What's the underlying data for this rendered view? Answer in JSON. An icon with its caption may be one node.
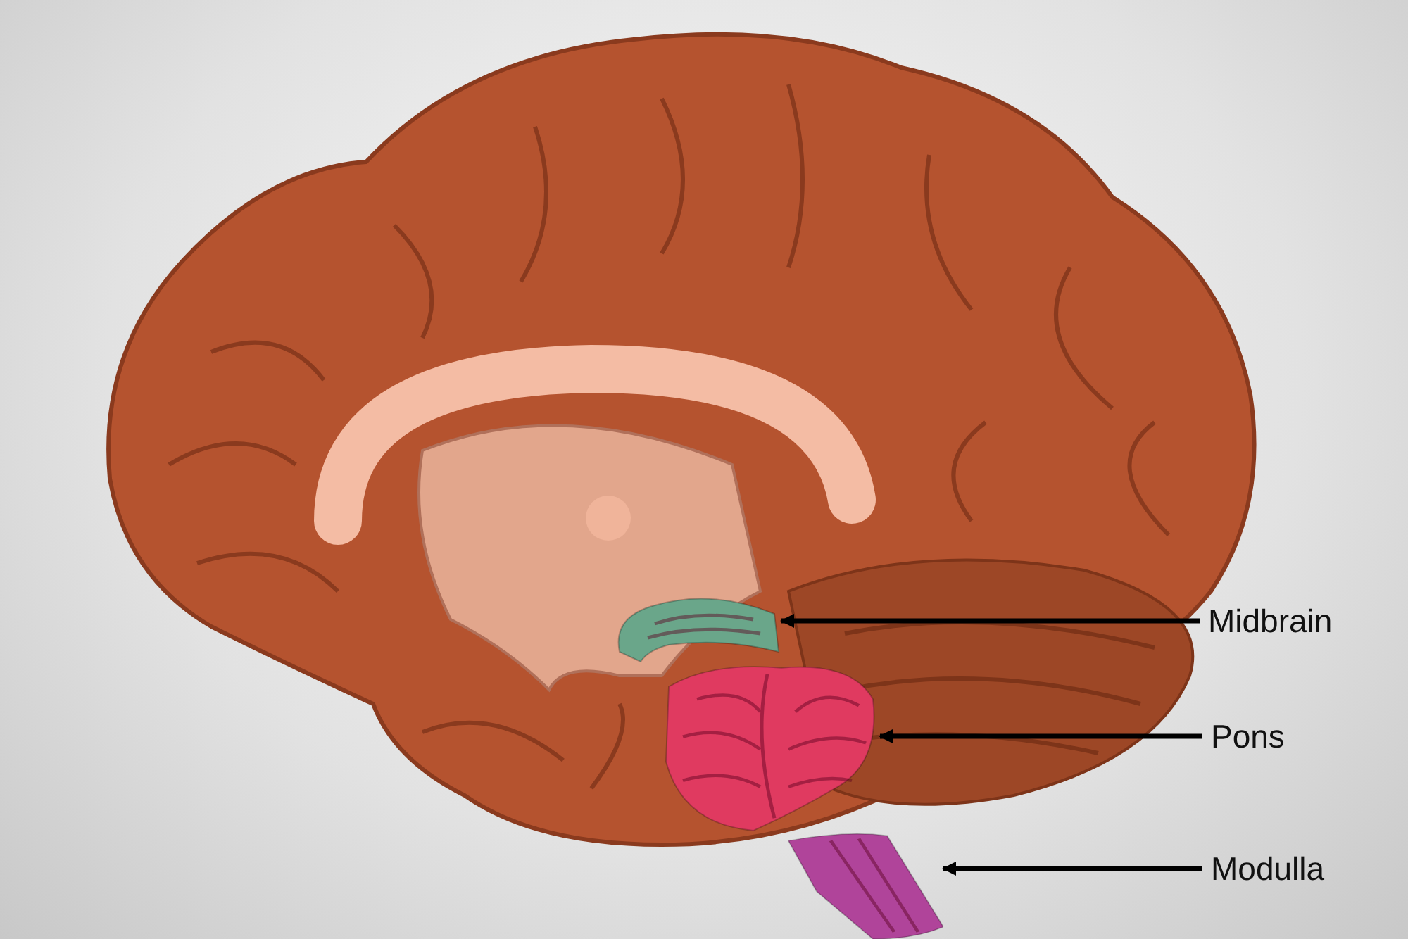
{
  "diagram": {
    "nodes": [
      {
        "text": [
          "Midbrain"
        ]
      },
      {
        "text": [],
        "shape": "picture"
      },
      {
        "text": [
          "Pons"
        ]
      },
      {
        "text": [],
        "shape": "picture"
      },
      {
        "text": [
          "Modulla"
        ]
      },
      {
        "text": [],
        "shape": "picture"
      }
    ],
    "edges": [
      {
        "from": 0,
        "to": 1,
        "arrow": "to"
      },
      {
        "from": 2,
        "to": 3,
        "arrow": "to"
      },
      {
        "from": 4,
        "to": 5,
        "arrow": "to"
      }
    ]
  }
}
